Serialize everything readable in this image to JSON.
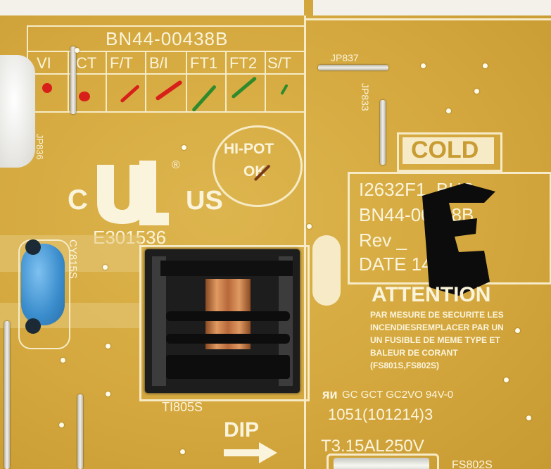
{
  "board": {
    "model_top": "BN44-00438B",
    "qc_headers": [
      "VI",
      "CT",
      "F/T",
      "B/I",
      "FT1",
      "FT2",
      "S/T"
    ],
    "jumpers": {
      "jp836": "JP836",
      "jp837": "JP837",
      "jp833": "JP833"
    },
    "hipot": {
      "line1": "HI-POT",
      "line2": "OK"
    },
    "ul": {
      "prefix": "C",
      "suffix": "US",
      "cert": "E301536"
    },
    "cold_label": "COLD",
    "label_lines": [
      "I2632F1_BHS",
      "BN44-00438B",
      "Rev _",
      "DATE 141213"
    ],
    "attention": {
      "title": "ATTENTION",
      "lines": [
        "PAR MESURE DE SECURITE LES",
        "INCENDIESREMPLACER PAR UN",
        "UN FUSIBLE DE MEME TYPE ET",
        "BALEUR DE CORANT",
        "(FS801S,FS802S)"
      ]
    },
    "cap_label": "CY815S",
    "transformer_label": "TI805S",
    "cert_line": "GC GCT GC2VO 94V-0",
    "date_code": "1051(101214)3",
    "dip_label": "DIP",
    "fuse_rating": "T3.15AL250V",
    "fuse_ref": "FS802S"
  }
}
